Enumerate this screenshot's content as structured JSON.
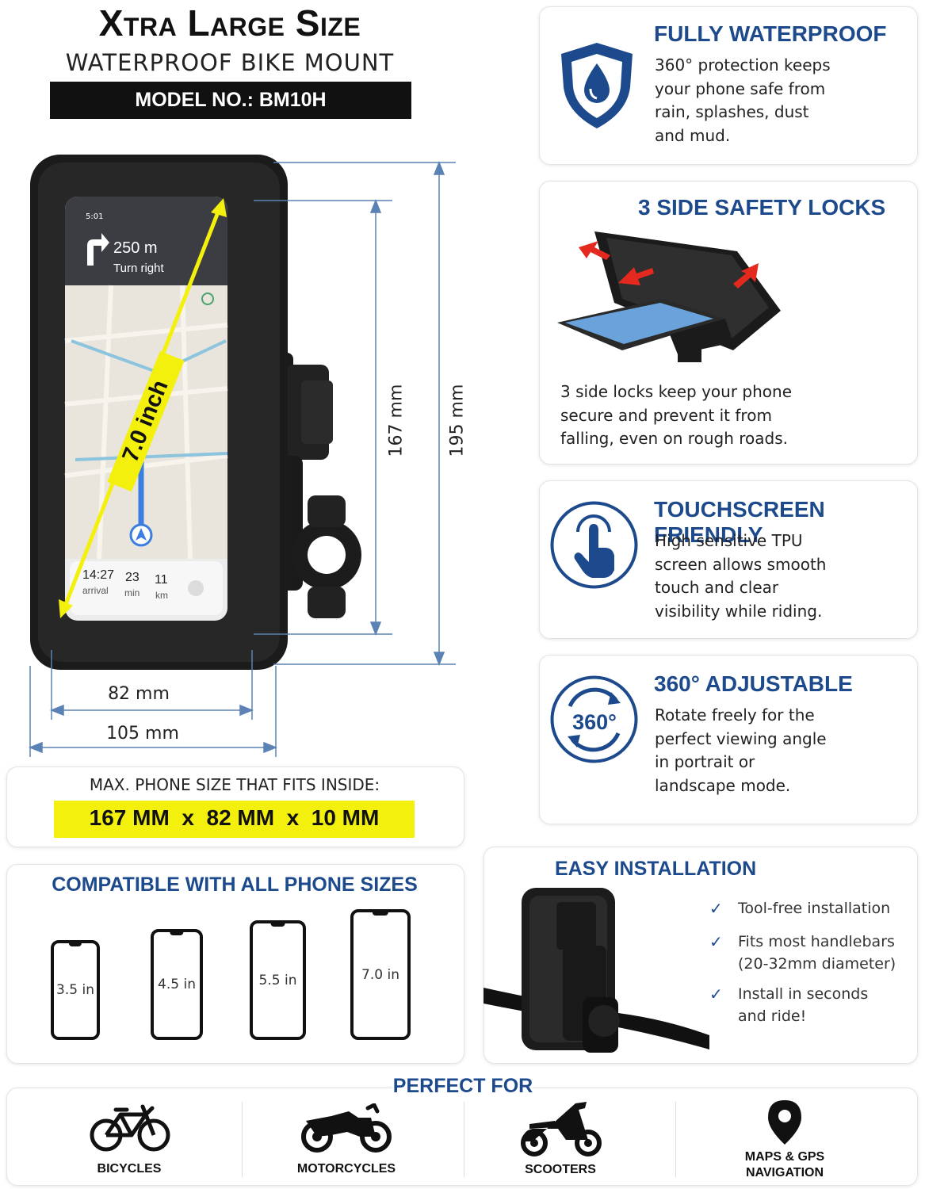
{
  "header": {
    "title": "Xtra Large Size",
    "subtitle": "WATERPROOF BIKE MOUNT",
    "model": "MODEL NO.: BM10H"
  },
  "product": {
    "screen": {
      "status_time": "5:01",
      "nav_distance": "250 m",
      "nav_instruction": "Turn right",
      "arrival_time": "14:27",
      "arrival_label": "arrival",
      "minutes": "23",
      "minutes_label": "min",
      "km": "11",
      "km_label": "km"
    },
    "diagonal_label": "7.0 inch",
    "dim_inner_height": "167 mm",
    "dim_outer_height": "195 mm",
    "dim_inner_width": "82 mm",
    "dim_outer_width": "105 mm"
  },
  "max_size": {
    "label": "MAX. PHONE SIZE THAT FITS INSIDE:",
    "value": "167 MM  x  82 MM  x  10 MM"
  },
  "compatible": {
    "title": "COMPATIBLE WITH ALL PHONE SIZES",
    "phones": [
      "3.5 in",
      "4.5 in",
      "5.5 in",
      "7.0 in"
    ]
  },
  "features": [
    {
      "title": "FULLY WATERPROOF",
      "lines": [
        "360° protection keeps",
        "your phone safe from",
        "rain, splashes, dust",
        "and mud."
      ],
      "icon": "shield-drop-icon"
    },
    {
      "title": "3 SIDE SAFETY LOCKS",
      "lines": [
        "3 side locks keep your phone",
        "secure and prevent it from",
        "falling, even on rough roads."
      ],
      "icon": "open-mount-image"
    },
    {
      "title": "TOUCHSCREEN FRIENDLY",
      "lines": [
        "High sensitive TPU",
        "screen allows smooth",
        "touch and clear",
        "visibility while riding."
      ],
      "icon": "touch-hand-icon"
    },
    {
      "title": "360° ADJUSTABLE",
      "lines": [
        "Rotate freely for the",
        "perfect viewing angle",
        "in portrait or",
        "landscape mode."
      ],
      "icon": "rotate-360-icon",
      "icon_text": "360°"
    }
  ],
  "installation": {
    "title": "EASY INSTALLATION",
    "items": [
      {
        "lines": [
          "Tool-free installation"
        ]
      },
      {
        "lines": [
          "Fits most handlebars",
          "(20-32mm diameter)"
        ]
      },
      {
        "lines": [
          "Install in seconds",
          "and ride!"
        ]
      }
    ]
  },
  "perfect_for": {
    "title": "PERFECT FOR",
    "items": [
      {
        "label": "BICYCLES",
        "icon": "bicycle-icon"
      },
      {
        "label": "MOTORCYCLES",
        "icon": "motorcycle-icon"
      },
      {
        "label": "SCOOTERS",
        "icon": "scooter-icon"
      },
      {
        "label_1": "MAPS & GPS",
        "label_2": "NAVIGATION",
        "icon": "map-pin-icon"
      }
    ]
  },
  "colors": {
    "accent_blue": "#1d4a8c",
    "dim_line_blue": "#5b82b5",
    "highlight_yellow": "#f4f00e",
    "model_bar": "#111111"
  }
}
